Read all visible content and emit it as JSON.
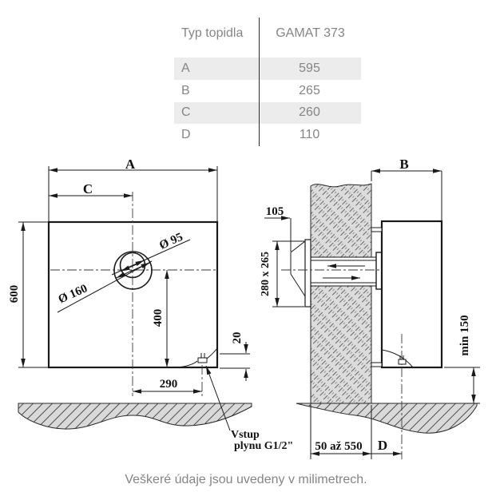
{
  "table": {
    "col1_header": "Typ topidla",
    "col2_header": "GAMAT 373",
    "rows": [
      {
        "label": "A",
        "value": "595"
      },
      {
        "label": "B",
        "value": "265"
      },
      {
        "label": "C",
        "value": "260"
      },
      {
        "label": "D",
        "value": "110"
      }
    ]
  },
  "front_view": {
    "dim_a": "A",
    "dim_c": "C",
    "dim_600": "600",
    "dim_400": "400",
    "dim_20": "20",
    "dim_290": "290",
    "dia_95": "Ø 95",
    "dia_160": "Ø 160",
    "gas_label_line1": "Vstup",
    "gas_label_line2": "plynu G1/2\""
  },
  "side_view": {
    "dim_b": "B",
    "dim_105": "105",
    "dim_duct": "280 x 265",
    "dim_min150": "min 150",
    "dim_wall_range": "50 až 550",
    "dim_d": "D"
  },
  "caption": "Veškeré údaje jsou uvedeny v milimetrech.",
  "colors": {
    "row_shading": "#ececec",
    "table_text": "#858585",
    "line": "#1a1a1a",
    "hatch_fill": "#d9d9d9"
  }
}
